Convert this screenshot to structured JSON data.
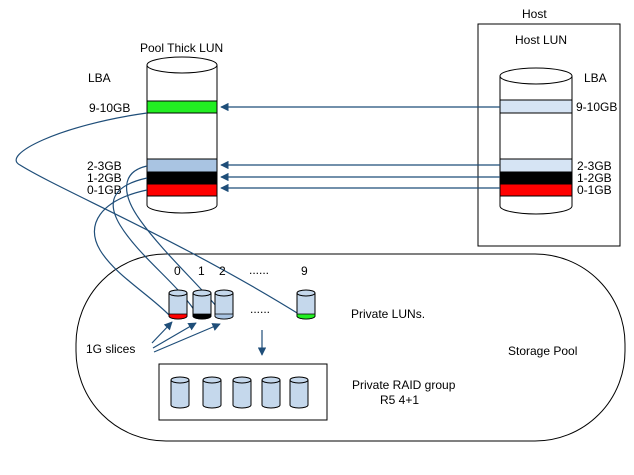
{
  "host": {
    "title": "Host",
    "lun_title": "Host LUN",
    "lba_label": "LBA"
  },
  "pool_lun": {
    "title": "Pool Thick LUN",
    "lba_label": "LBA"
  },
  "segments": {
    "s9": {
      "label": "9-10GB",
      "pool_color": "#22ee22",
      "host_color": "#d6e4f4"
    },
    "s2": {
      "label": "2-3GB",
      "pool_color": "#a9c4e2",
      "host_color": "#d6e4f4"
    },
    "s1": {
      "label": "1-2GB",
      "pool_color": "#000000",
      "host_color": "#000000"
    },
    "s0": {
      "label": "0-1GB",
      "pool_color": "#ff0000",
      "host_color": "#ff0000"
    }
  },
  "private_luns": {
    "indices": [
      "0",
      "1",
      "2",
      "9"
    ],
    "ellipsis_top": "......",
    "ellipsis_mid": "......",
    "label": "Private LUNs."
  },
  "slices_label": "1G slices",
  "raid": {
    "line1": "Private RAID group",
    "line2": "R5 4+1"
  },
  "storage_pool_label": "Storage Pool",
  "colors": {
    "line": "#1f4e79",
    "cylinder_fill": "#c5d8ec",
    "stroke": "#000000"
  }
}
